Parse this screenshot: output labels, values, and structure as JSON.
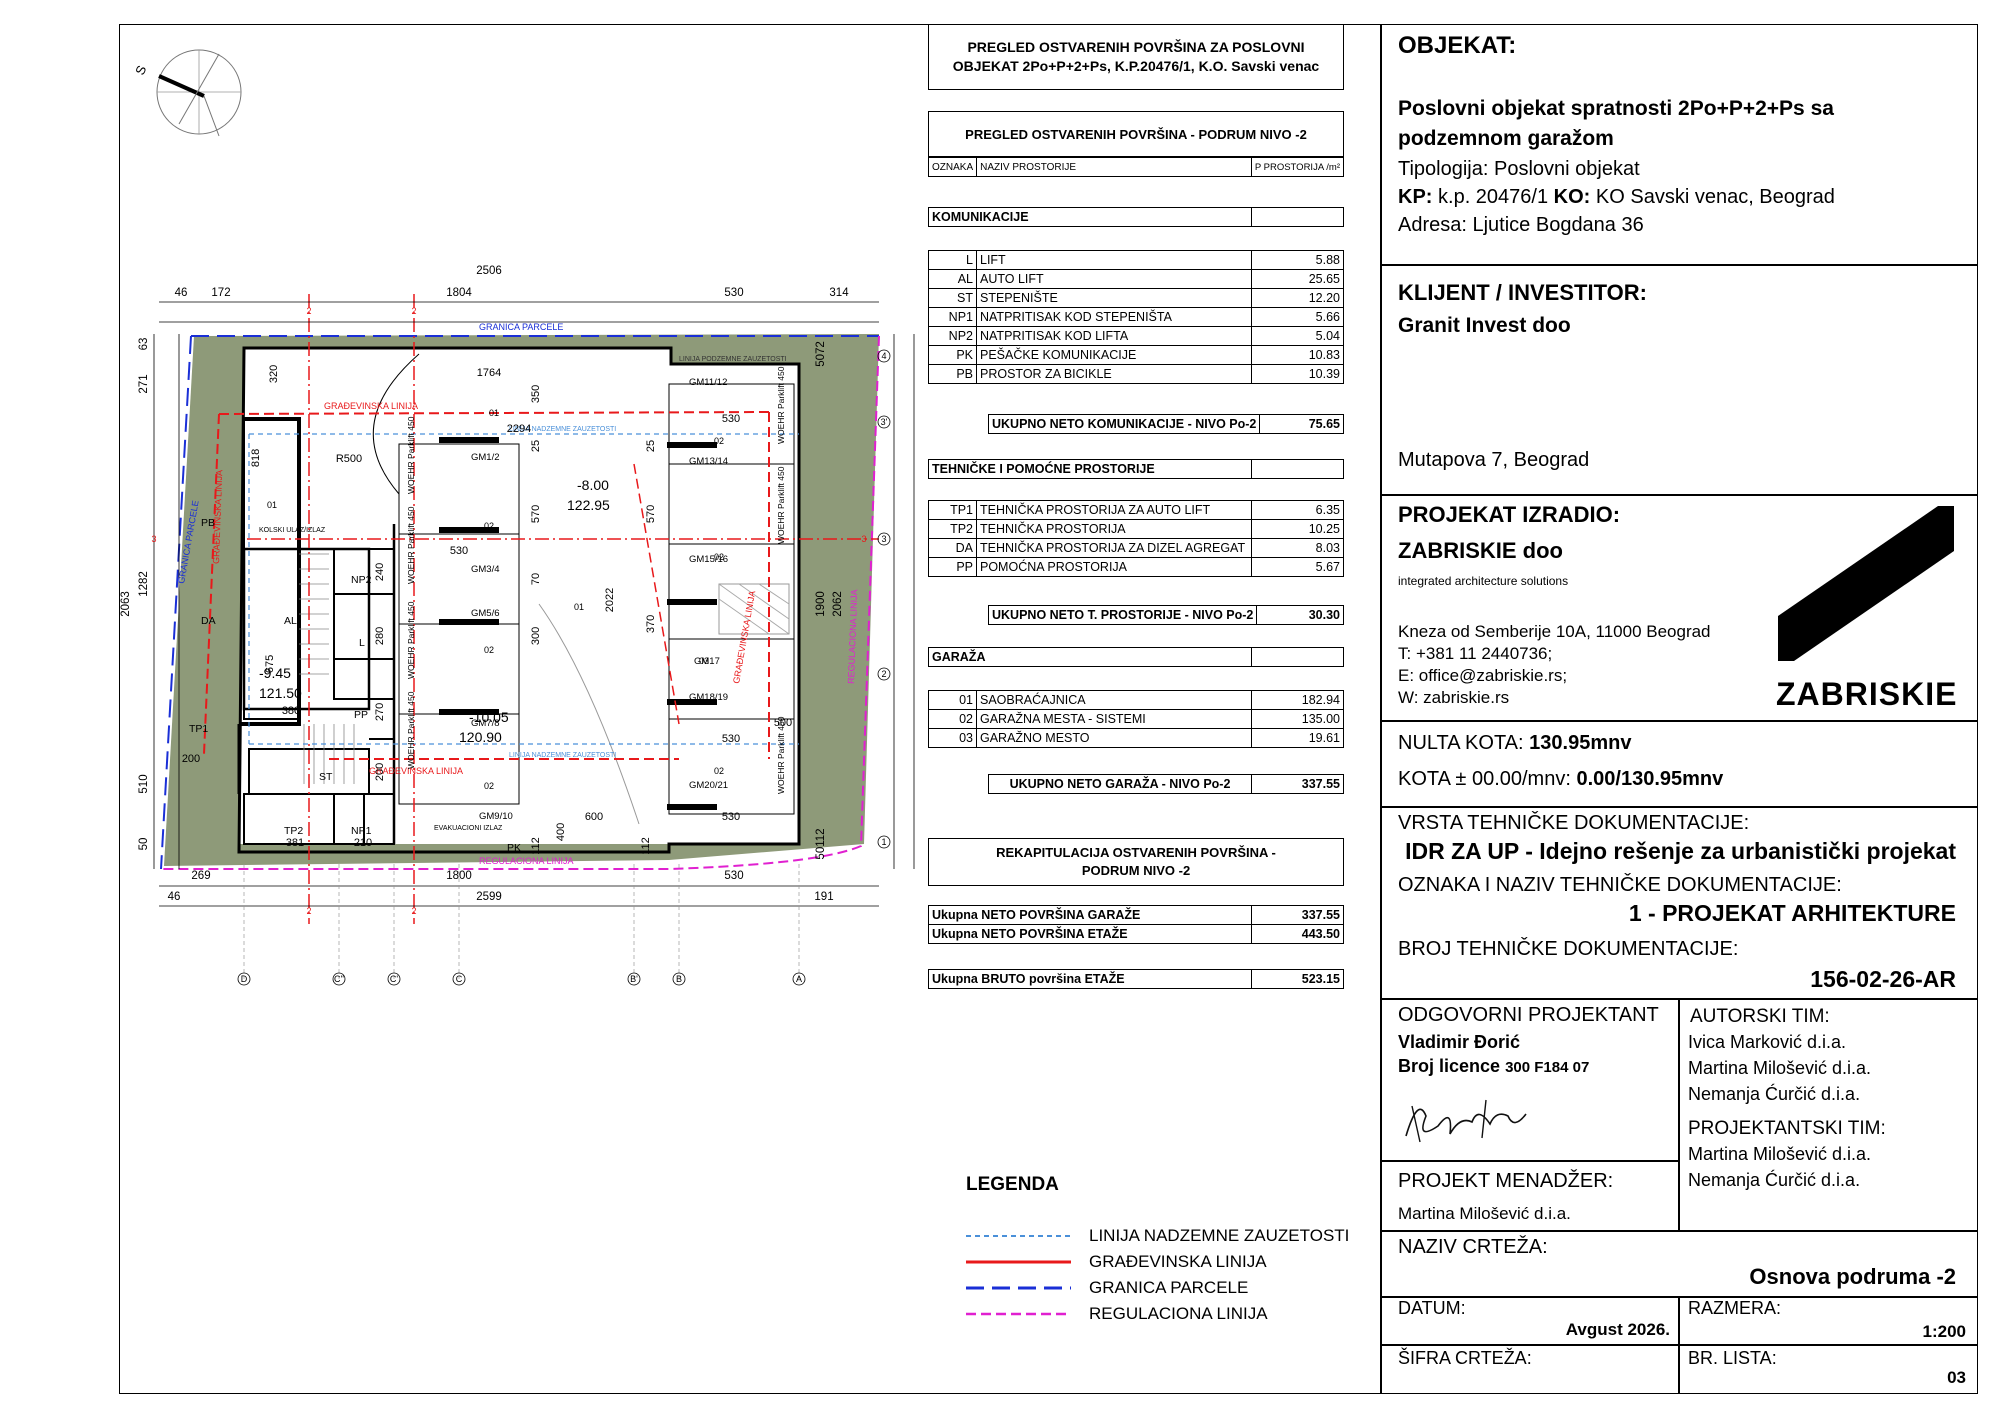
{
  "north": "S",
  "plan": {
    "dims_top": [
      "46",
      "172",
      "1804",
      "530",
      "314"
    ],
    "dim_total_top": "2506",
    "dims_bottom": [
      "269",
      "1800",
      "530"
    ],
    "dim_total_bottom": "2599",
    "dims_bottom_small": [
      "46",
      "191"
    ],
    "dims_left": [
      "63",
      "271",
      "1282",
      "510",
      "50"
    ],
    "dim_total_left": "2063",
    "dims_right": [
      "5072",
      "1900",
      "2062",
      "50112"
    ],
    "axes_bottom": [
      "D",
      "C''",
      "C'",
      "C",
      "B'",
      "B",
      "A"
    ],
    "axes_right": [
      "4",
      "3'",
      "3",
      "2",
      "1"
    ],
    "axes_section": [
      "2",
      "3"
    ],
    "labels": {
      "granica_parcele": "GRANICA PARCELE",
      "gradjevinska": "GRAĐEVINSKA LINIJA",
      "regulaciona": "REGULACIONA LINIJA",
      "linija_podzemne": "LINIJA PODZEMNE ZAUZETOSTI",
      "linija_nadzemne": "LINIJA NADZEMNE ZAUZETOSTI",
      "kolski_ulaz": "KOLSKI ULAZ/IZLAZ",
      "evakuacioni": "EVAKUACIONI IZLAZ",
      "lift_label": "WOEHR Parklift 450"
    },
    "spaces": [
      "GM1/2",
      "GM3/4",
      "GM5/6",
      "GM7/8",
      "GM9/10",
      "GM11/12",
      "GM13/14",
      "GM15/16",
      "GM17",
      "GM18/19",
      "GM20/21"
    ],
    "rooms": [
      "PB",
      "DA",
      "AL",
      "L",
      "NP2",
      "PP",
      "TP1",
      "ST",
      "TP2",
      "NP1",
      "PK"
    ],
    "room_codes": [
      "01",
      "02",
      "03"
    ],
    "levels": [
      {
        "kota": "-8.00",
        "area": "122.95"
      },
      {
        "kota": "-9.45",
        "area": "121.50"
      },
      {
        "kota": "-10.05",
        "area": "120.90"
      }
    ],
    "inner_dims": [
      "320",
      "1764",
      "350",
      "2294",
      "818",
      "R500",
      "570",
      "530",
      "25",
      "300",
      "2022",
      "370",
      "70",
      "675",
      "380",
      "240",
      "280",
      "270",
      "200",
      "210",
      "381",
      "400",
      "600",
      "112",
      "500",
      "530"
    ]
  },
  "summary": {
    "title": "PREGLED OSTVARENIH POVRŠINA ZA POSLOVNI OBJEKAT 2Po+P+2+Ps, K.P.20476/1, K.O. Savski venac",
    "level_title": "PREGLED OSTVARENIH POVRŠINA - PODRUM NIVO -2",
    "col_code": "OZNAKA",
    "col_name": "NAZIV PROSTORIJE",
    "col_area": "P PROSTORIJA /m²",
    "groups": [
      {
        "name": "KOMUNIKACIJE",
        "rows": [
          [
            "L",
            "LIFT",
            "5.88"
          ],
          [
            "AL",
            "AUTO LIFT",
            "25.65"
          ],
          [
            "ST",
            "STEPENIŠTE",
            "12.20"
          ],
          [
            "NP1",
            "NATPRITISAK KOD STEPENIŠTA",
            "5.66"
          ],
          [
            "NP2",
            "NATPRITISAK KOD LIFTA",
            "5.04"
          ],
          [
            "PK",
            "PEŠAČKE KOMUNIKACIJE",
            "10.83"
          ],
          [
            "PB",
            "PROSTOR ZA BICIKLE",
            "10.39"
          ]
        ],
        "total_label": "UKUPNO NETO KOMUNIKACIJE - NIVO Po-2",
        "total": "75.65"
      },
      {
        "name": "TEHNIČKE I POMOĆNE PROSTORIJE",
        "rows": [
          [
            "TP1",
            "TEHNIČKA PROSTORIJA ZA AUTO LIFT",
            "6.35"
          ],
          [
            "TP2",
            "TEHNIČKA PROSTORIJA",
            "10.25"
          ],
          [
            "DA",
            "TEHNIČKA PROSTORIJA ZA DIZEL AGREGAT",
            "8.03"
          ],
          [
            "PP",
            "POMOĆNA PROSTORIJA",
            "5.67"
          ]
        ],
        "total_label": "UKUPNO NETO T. PROSTORIJE - NIVO Po-2",
        "total": "30.30"
      },
      {
        "name": "GARAŽA",
        "rows": [
          [
            "01",
            "SAOBRAĆAJNICA",
            "182.94"
          ],
          [
            "02",
            "GARAŽNA MESTA - SISTEMI",
            "135.00"
          ],
          [
            "03",
            "GARAŽNO MESTO",
            "19.61"
          ]
        ],
        "total_label": "UKUPNO NETO GARAŽA - NIVO Po-2",
        "total": "337.55"
      }
    ],
    "recap_title": "REKAPITULACIJA OSTVARENIH POVRŠINA - PODRUM NIVO -2",
    "recap": [
      [
        "Ukupna NETO POVRŠINA GARAŽE",
        "337.55"
      ],
      [
        "Ukupna NETO POVRŠINA ETAŽE",
        "443.50"
      ]
    ],
    "bruto": [
      "Ukupna BRUTO površina ETAŽE",
      "523.15"
    ]
  },
  "legend": {
    "title": "LEGENDA",
    "items": [
      {
        "label": "LINIJA NADZEMNE ZAUZETOSTI",
        "color": "#4a90d9"
      },
      {
        "label": "GRAĐEVINSKA LINIJA",
        "color": "#e8191b"
      },
      {
        "label": "GRANICA PARCELE",
        "color": "#1a2fd6"
      },
      {
        "label": "REGULACIONA LINIJA",
        "color": "#e020d0"
      }
    ]
  },
  "title_block": {
    "objekat_h": "OBJEKAT:",
    "objekat_name": "Poslovni objekat spratnosti 2Po+P+2+Ps sa podzemnom garažom",
    "tip_label": "Tipologija:",
    "tip_value": "Poslovni objekat",
    "kp_label": "KP:",
    "kp_value": "k.p. 20476/1",
    "ko_label": "KO:",
    "ko_value": "KO Savski venac, Beograd",
    "adresa": "Adresa: Ljutice Bogdana 36",
    "klijent_h": "KLIJENT / INVESTITOR:",
    "klijent": "Granit Invest doo",
    "klijent_adresa": "Mutapova 7, Beograd",
    "izradio_h": "PROJEKAT IZRADIO:",
    "firma": "ZABRISKIE doo",
    "firma_sub": "integrated architecture solutions",
    "firma_adresa": "Kneza od Semberije 10A, 11000 Beograd",
    "tel": "T: +381 11 2440736;",
    "email": "E: office@zabriskie.rs;",
    "web": "W: zabriskie.rs",
    "logo": "ZABRISKIE",
    "nulta_label": "NULTA KOTA:",
    "nulta": "130.95mnv",
    "kota_label": "KOTA ± 00.00/mnv:",
    "kota": "0.00/130.95mnv",
    "vrsta_label": "VRSTA TEHNIČKE DOKUMENTACIJE:",
    "vrsta": "IDR ZA UP - Idejno rešenje za urbanistički projekat",
    "oznaka_label": "OZNAKA I NAZIV TEHNIČKE DOKUMENTACIJE:",
    "oznaka": "1 - PROJEKAT ARHITEKTURE",
    "broj_label": "BROJ TEHNIČKE DOKUMENTACIJE:",
    "broj": "156-02-26-AR",
    "odg_label": "ODGOVORNI PROJEKTANT",
    "odg_name": "Vladimir Đorić",
    "licenca_label": "Broj licence",
    "licenca": "300 F184 07",
    "autorski_label": "AUTORSKI TIM:",
    "autorski": [
      "Ivica Marković d.i.a.",
      "Martina Milošević d.i.a.",
      "Nemanja Ćurčić d.i.a."
    ],
    "projektantski_label": "PROJEKTANTSKI TIM:",
    "projektantski": [
      "Martina Milošević d.i.a.",
      "Nemanja Ćurčić d.i.a."
    ],
    "menadzer_label": "PROJEKT MENADŽER:",
    "menadzer": "Martina Milošević d.i.a.",
    "crtez_label": "NAZIV CRTEŽA:",
    "crtez": "Osnova podruma -2",
    "datum_label": "DATUM:",
    "datum": "Avgust 2026.",
    "razmera_label": "RAZMERA:",
    "razmera": "1:200",
    "sifra_label": "ŠIFRA CRTEŽA:",
    "list_label": "BR. LISTA:",
    "list": "03"
  }
}
